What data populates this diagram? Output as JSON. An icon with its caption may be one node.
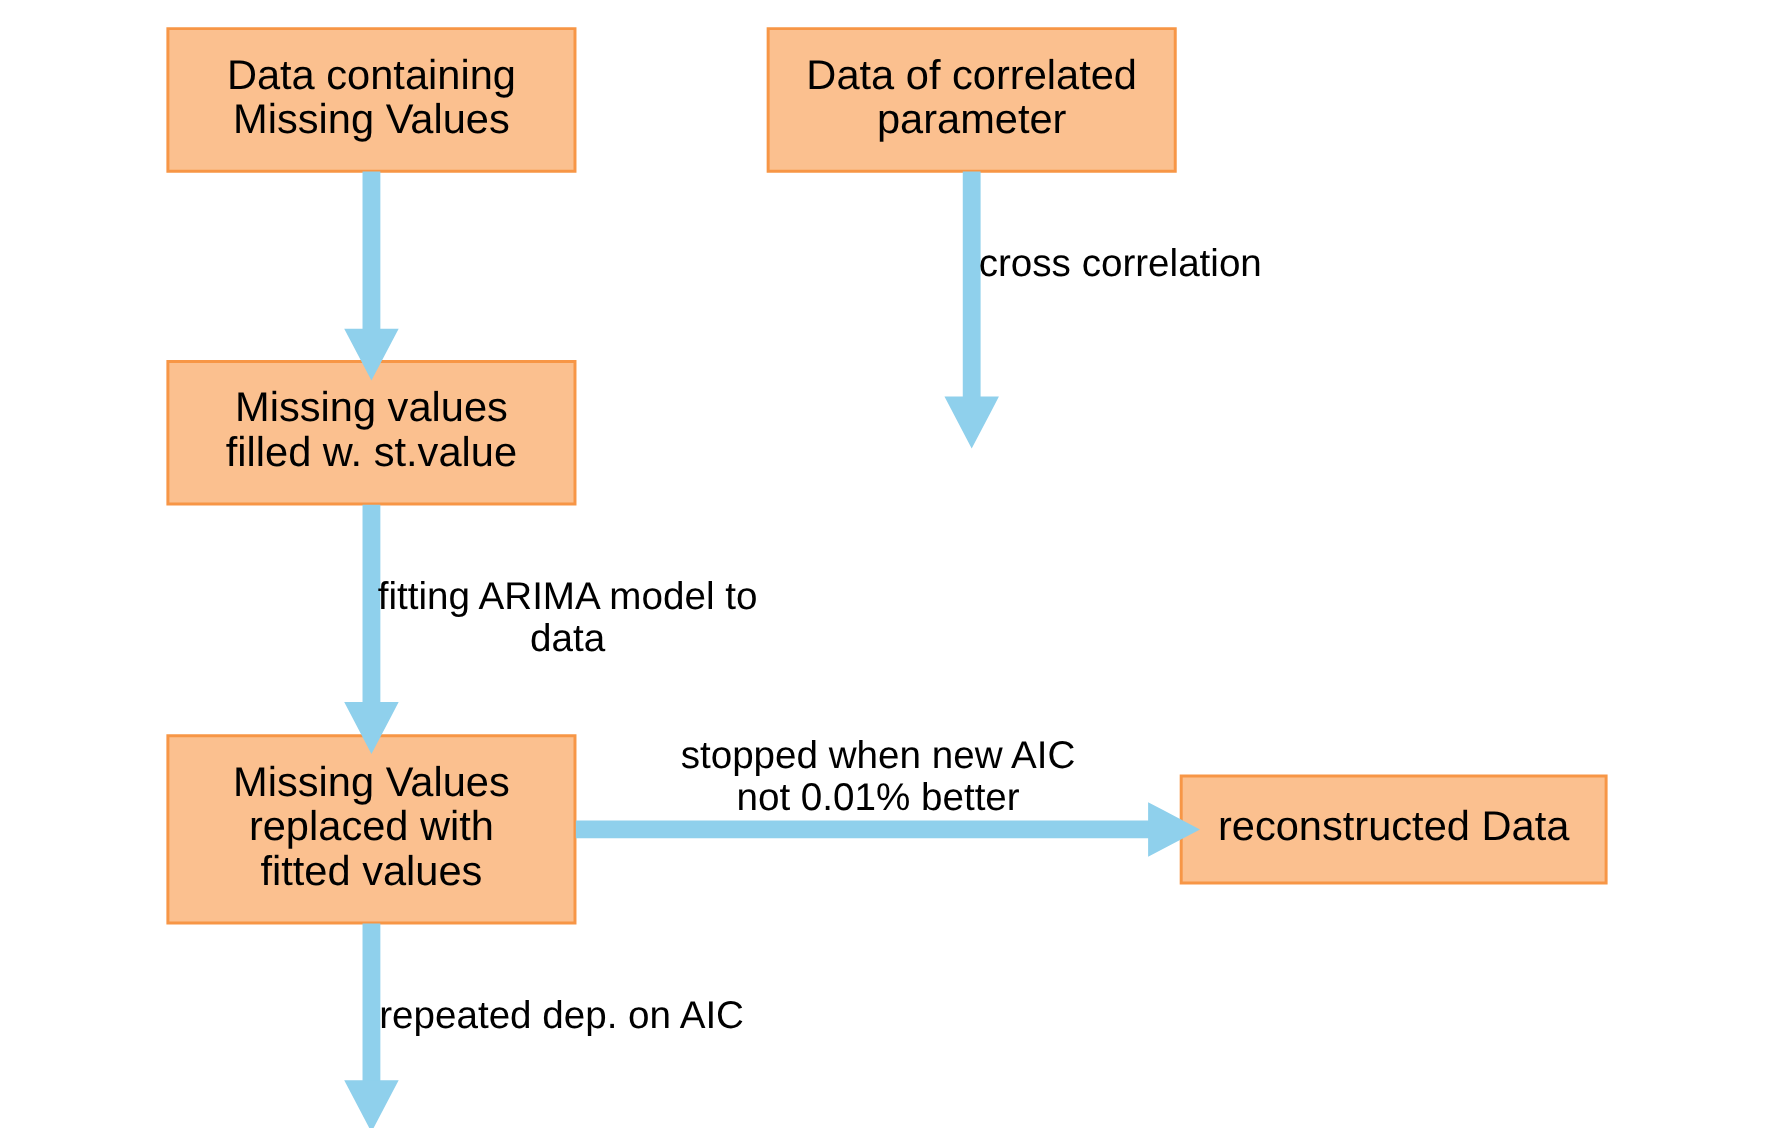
{
  "diagram": {
    "nodes": [
      {
        "text": [
          "Data containing Missing Values"
        ]
      },
      {
        "text": [
          "Data of correlated parameter"
        ]
      },
      {
        "text": [
          "Missing values filled w. st.value"
        ]
      },
      {
        "text": [
          "Missing Values replaced with fitted values"
        ]
      },
      {
        "text": [
          "reconstructed Data"
        ]
      }
    ],
    "edges": [
      {
        "from": 0,
        "to": 2,
        "arrow": "to"
      },
      {
        "from": 2,
        "to": 3,
        "arrow": "to",
        "label": "fitting ARIMA model to data"
      },
      {
        "from": 1,
        "to": null,
        "arrow": "to",
        "label": "cross correlation"
      },
      {
        "from": 3,
        "to": null,
        "arrow": "to",
        "label": "repeated dep. on AIC"
      },
      {
        "from": 3,
        "to": 4,
        "arrow": "to",
        "label": "stopped when new AIC not 0.01% better"
      }
    ]
  }
}
